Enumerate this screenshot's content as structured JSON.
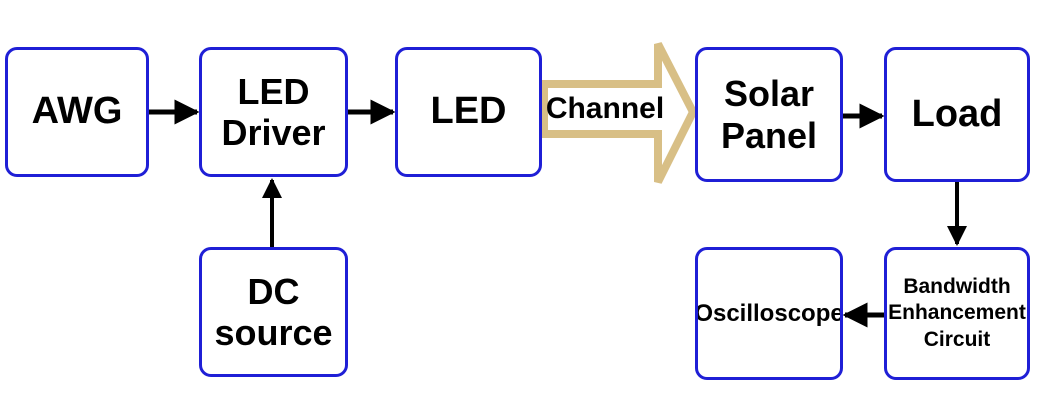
{
  "diagram": {
    "nodes": {
      "awg": "AWG",
      "led_driver": "LED\nDriver",
      "led": "LED",
      "channel": "Channel",
      "solar_panel": "Solar\nPanel",
      "load": "Load",
      "dc_source": "DC\nsource",
      "bandwidth_enhancement": "Bandwidth\nEnhancement\nCircuit",
      "oscilloscope": "Oscilloscope"
    },
    "edges": [
      {
        "from": "awg",
        "to": "led_driver"
      },
      {
        "from": "dc_source",
        "to": "led_driver"
      },
      {
        "from": "led_driver",
        "to": "led"
      },
      {
        "from": "led",
        "to": "solar_panel",
        "via": "channel"
      },
      {
        "from": "solar_panel",
        "to": "load"
      },
      {
        "from": "load",
        "to": "bandwidth_enhancement"
      },
      {
        "from": "bandwidth_enhancement",
        "to": "oscilloscope"
      }
    ],
    "colors": {
      "box_border": "#1f1fd6",
      "arrow": "#000000",
      "channel_arrow_border": "#d8bf86",
      "channel_arrow_fill": "#ffffff"
    }
  }
}
